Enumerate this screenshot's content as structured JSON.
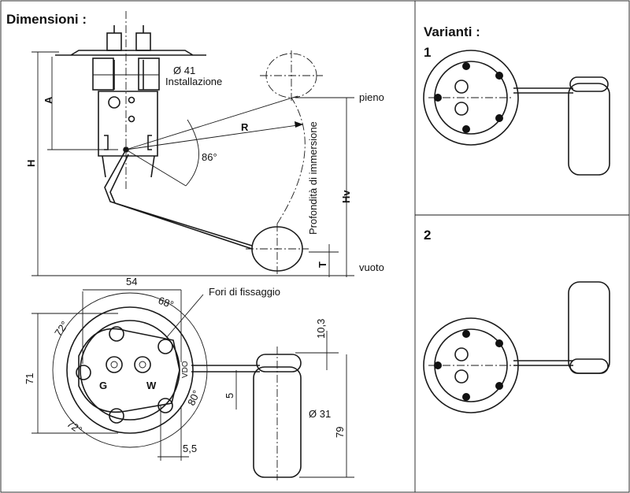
{
  "sections": {
    "dimensions_title": "Dimensioni :",
    "variants_title": "Varianti :",
    "variant_1": "1",
    "variant_2": "2"
  },
  "labels": {
    "diameter_41": "Ø 41",
    "installation": "Installazione",
    "a": "A",
    "h": "H",
    "r": "R",
    "angle_86": "86°",
    "immersion_depth": "Profondità di immersione",
    "full": "pieno",
    "empty": "vuoto",
    "hv": "Hv",
    "t": "T",
    "fixing_holes": "Fori di fissaggio",
    "dim_54": "54",
    "dim_71": "71",
    "angle_68": "68°",
    "angle_72_top": "72°",
    "angle_72_bottom": "72°",
    "angle_80": "80°",
    "terminal_g": "G",
    "terminal_w": "W",
    "brand": "VDO",
    "dim_10_3": "10,3",
    "dim_5": "5",
    "dim_5_5": "5,5",
    "diameter_31": "Ø 31",
    "dim_79": "79"
  },
  "colors": {
    "line": "#1a1a1a",
    "background": "#ffffff"
  }
}
